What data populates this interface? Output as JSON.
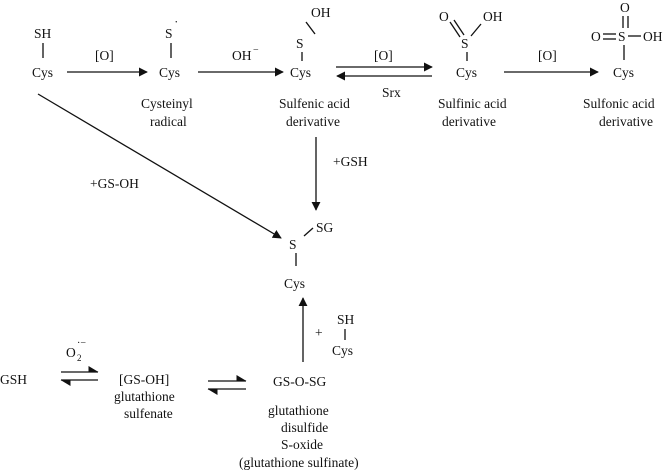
{
  "diagram": {
    "ink_color": "#111111",
    "background": "#ffffff",
    "atoms": {
      "sh": "SH",
      "s": "S",
      "s_radical": "S",
      "radical_dot": "˙",
      "oh": "OH",
      "o": "O",
      "sg": "SG",
      "cys": "Cys"
    },
    "species": {
      "cys_thiol": "Cys",
      "cysteinyl_radical": {
        "line1": "Cysteinyl",
        "line2": "radical"
      },
      "sulfenic": {
        "line1": "Sulfenic acid",
        "line2": "derivative"
      },
      "sulfinic": {
        "line1": "Sulfinic acid",
        "line2": "derivative"
      },
      "sulfonic": {
        "line1": "Sulfonic acid",
        "line2": "derivative"
      },
      "glutathionylated": "Cys",
      "gsh": "GSH",
      "gs_oh": {
        "line1": "[GS-OH]",
        "line2": "glutathione",
        "line3": "sulfenate"
      },
      "gs_o_sg": {
        "line1": "GS-O-SG",
        "line2": "glutathione",
        "line3": "disulfide",
        "line4": "S-oxide",
        "line5": "(glutathione sulfinate)"
      },
      "cys_reagent_plus": "+"
    },
    "reagents": {
      "oxidation_1": "[O]",
      "hydroxide": "OH",
      "hydroxide_charge": "−",
      "oxidation_2": "[O]",
      "srx": "Srx",
      "oxidation_3": "[O]",
      "plus_gsh": "+GSH",
      "plus_gs_oh": "+GS-OH",
      "superoxide": "O",
      "superoxide_sub": "2",
      "superoxide_sup": "·−"
    }
  }
}
